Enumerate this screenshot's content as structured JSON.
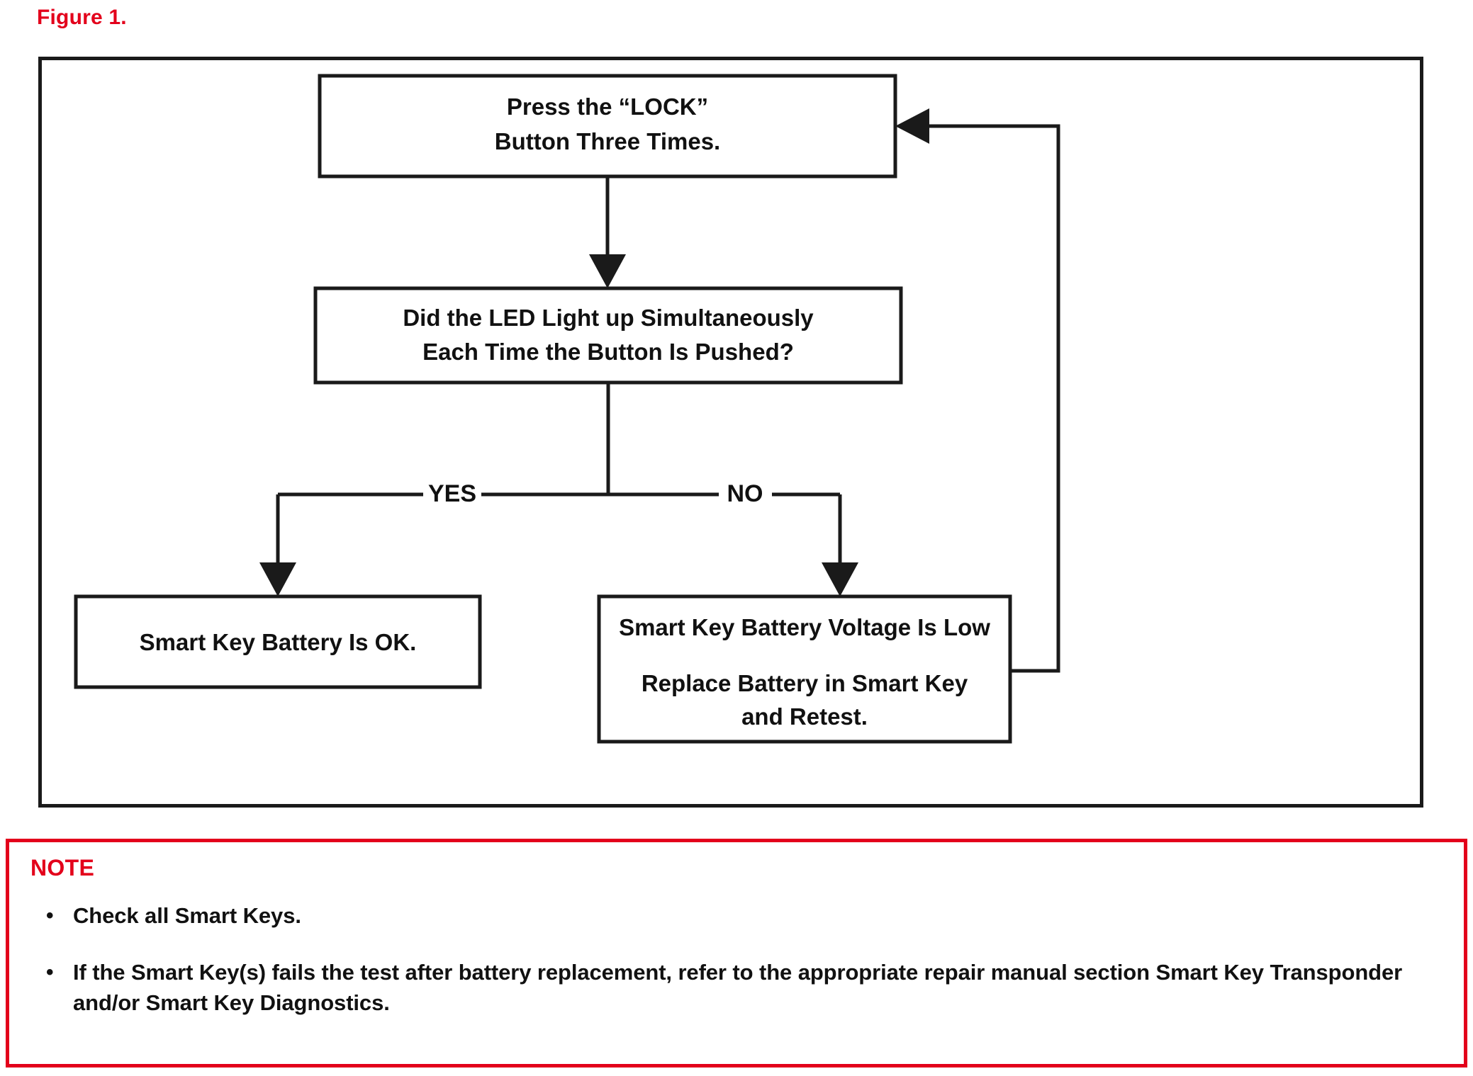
{
  "figure": {
    "label": "Figure 1.",
    "label_color": "#e3001b"
  },
  "flowchart": {
    "nodes": [
      {
        "id": "press-lock",
        "lines": [
          "Press the “LOCK”",
          "Button Three Times."
        ]
      },
      {
        "id": "led-question",
        "lines": [
          "Did the LED Light up Simultaneously",
          "Each Time the Button Is Pushed?"
        ]
      },
      {
        "id": "battery-ok",
        "lines": [
          "Smart Key Battery Is OK."
        ]
      },
      {
        "id": "battery-low",
        "lines": [
          "Smart Key Battery Voltage Is Low",
          "Replace Battery in Smart Key",
          "and Retest."
        ]
      }
    ],
    "branches": {
      "yes_label": "YES",
      "no_label": "NO"
    },
    "line_color": "#1a1a1a"
  },
  "note": {
    "title": "NOTE",
    "title_color": "#e3001b",
    "border_color": "#e3001b",
    "bullet_glyph": "•",
    "items": [
      "Check all Smart Keys.",
      "If the Smart Key(s) fails the test after battery replacement, refer to the appropriate repair manual section Smart Key Transponder and/or Smart Key Diagnostics."
    ]
  }
}
